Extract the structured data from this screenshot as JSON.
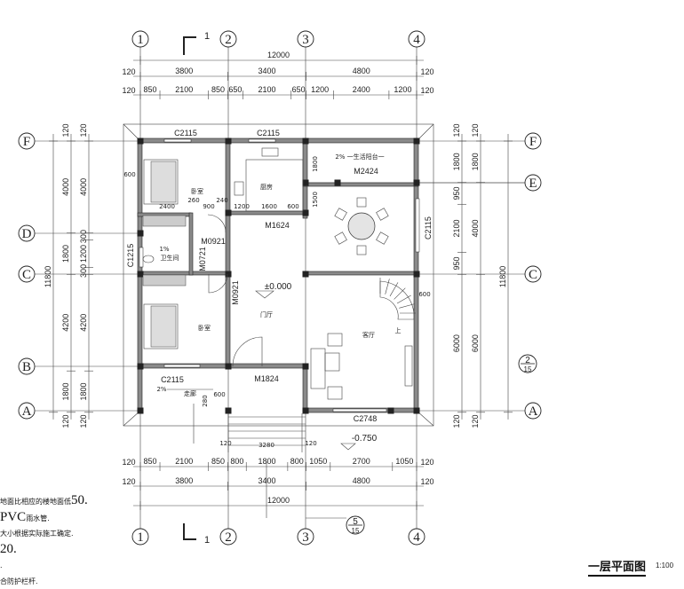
{
  "drawing": {
    "title": "一层平面图",
    "scale": "1:100",
    "axes_top": [
      "1",
      "2",
      "3",
      "4"
    ],
    "axes_left": [
      "F",
      "D",
      "C",
      "B",
      "A"
    ],
    "axes_right": [
      "F",
      "E",
      "C",
      "A"
    ],
    "detail_refs": [
      {
        "num": "2",
        "sheet": "15"
      },
      {
        "num": "5",
        "sheet": "15"
      }
    ],
    "section_mark": "1",
    "dims_top": {
      "overall": "12000",
      "axis": [
        "3800",
        "3400",
        "4800"
      ],
      "detail": [
        "850",
        "2100",
        "850",
        "650",
        "2100",
        "650",
        "1200",
        "2400",
        "1200"
      ],
      "edge": "120"
    },
    "dims_bottom": {
      "overall": "12000",
      "axis": [
        "3800",
        "3400",
        "4800"
      ],
      "detail": [
        "850",
        "2100",
        "850",
        "800",
        "1800",
        "800",
        "1050",
        "2700",
        "1050"
      ],
      "edge": "120"
    },
    "dims_left": {
      "overall": "11800",
      "axis": [
        "4000",
        "1800",
        "4200",
        "1800"
      ],
      "detail": [
        "4000",
        "300",
        "1200",
        "300",
        "4200",
        "1800"
      ],
      "edge": "120"
    },
    "dims_right": {
      "overall": "11800",
      "axis": [
        "1800",
        "4000",
        "6000"
      ],
      "detail": [
        "1800",
        "950",
        "2100",
        "950",
        "6000"
      ],
      "edge": "120"
    },
    "labels": {
      "window_top_1": "C2115",
      "window_top_2": "C2115",
      "door_balcony": "M2424",
      "balcony": "2%  一生活阳台一",
      "kitchen": "厨房",
      "bedroom_1": "卧室",
      "kitchen_dims": [
        "1200",
        "1600",
        "600"
      ],
      "bed1_dims": [
        "2400",
        "260",
        "900",
        "240"
      ],
      "door_kitchen": "M1624",
      "door_bath": "M0921",
      "door_bath_2": "M0721",
      "bath": "卫生间",
      "bath_slope": "1%",
      "window_left": "C1215",
      "eave_left": "600",
      "level_main": "±0.000",
      "door_bed2": "M0921",
      "foyer": "门厅",
      "bedroom_2": "卧室",
      "living": "客厅",
      "window_right": "C2115",
      "eave_right": "600",
      "window_bottom": "C2115",
      "door_main": "M1824",
      "corridor": "走廊",
      "corridor_slope": "2%",
      "window_living": "C2748",
      "level_outside": "-0.750",
      "steps_width": "3280",
      "steps_edge": [
        "120",
        "120"
      ],
      "balcony_dims": [
        "1800",
        "1500"
      ],
      "stair_up": "上",
      "porch_dims": [
        "280",
        "600"
      ]
    },
    "notes": [
      {
        "text": "地面比相应的楼地面低",
        "tail": "50."
      },
      {
        "text": "",
        "lead": "PVC",
        "tail2": "雨水管."
      },
      {
        "text": "大小根据实际施工确定."
      },
      {
        "text": "",
        "tail": "20."
      },
      {
        "text": "."
      },
      {
        "text": "合防护栏杆."
      }
    ]
  }
}
